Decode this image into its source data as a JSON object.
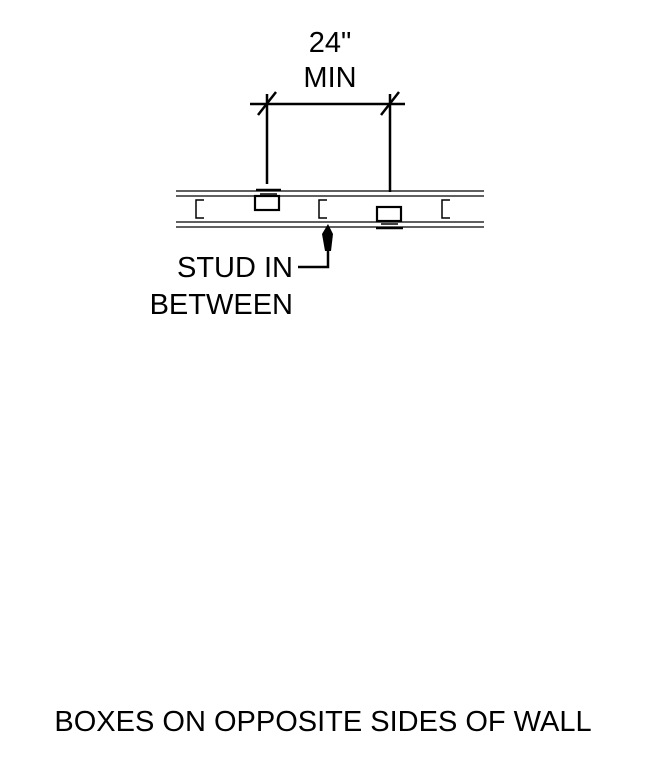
{
  "dimension": {
    "value_label": "24\"",
    "qualifier_label": "MIN"
  },
  "callout": {
    "line1": "STUD IN",
    "line2": "BETWEEN"
  },
  "caption": "BOXES ON OPPOSITE SIDES OF WALL",
  "colors": {
    "ink": "#000000",
    "background": "#ffffff"
  }
}
